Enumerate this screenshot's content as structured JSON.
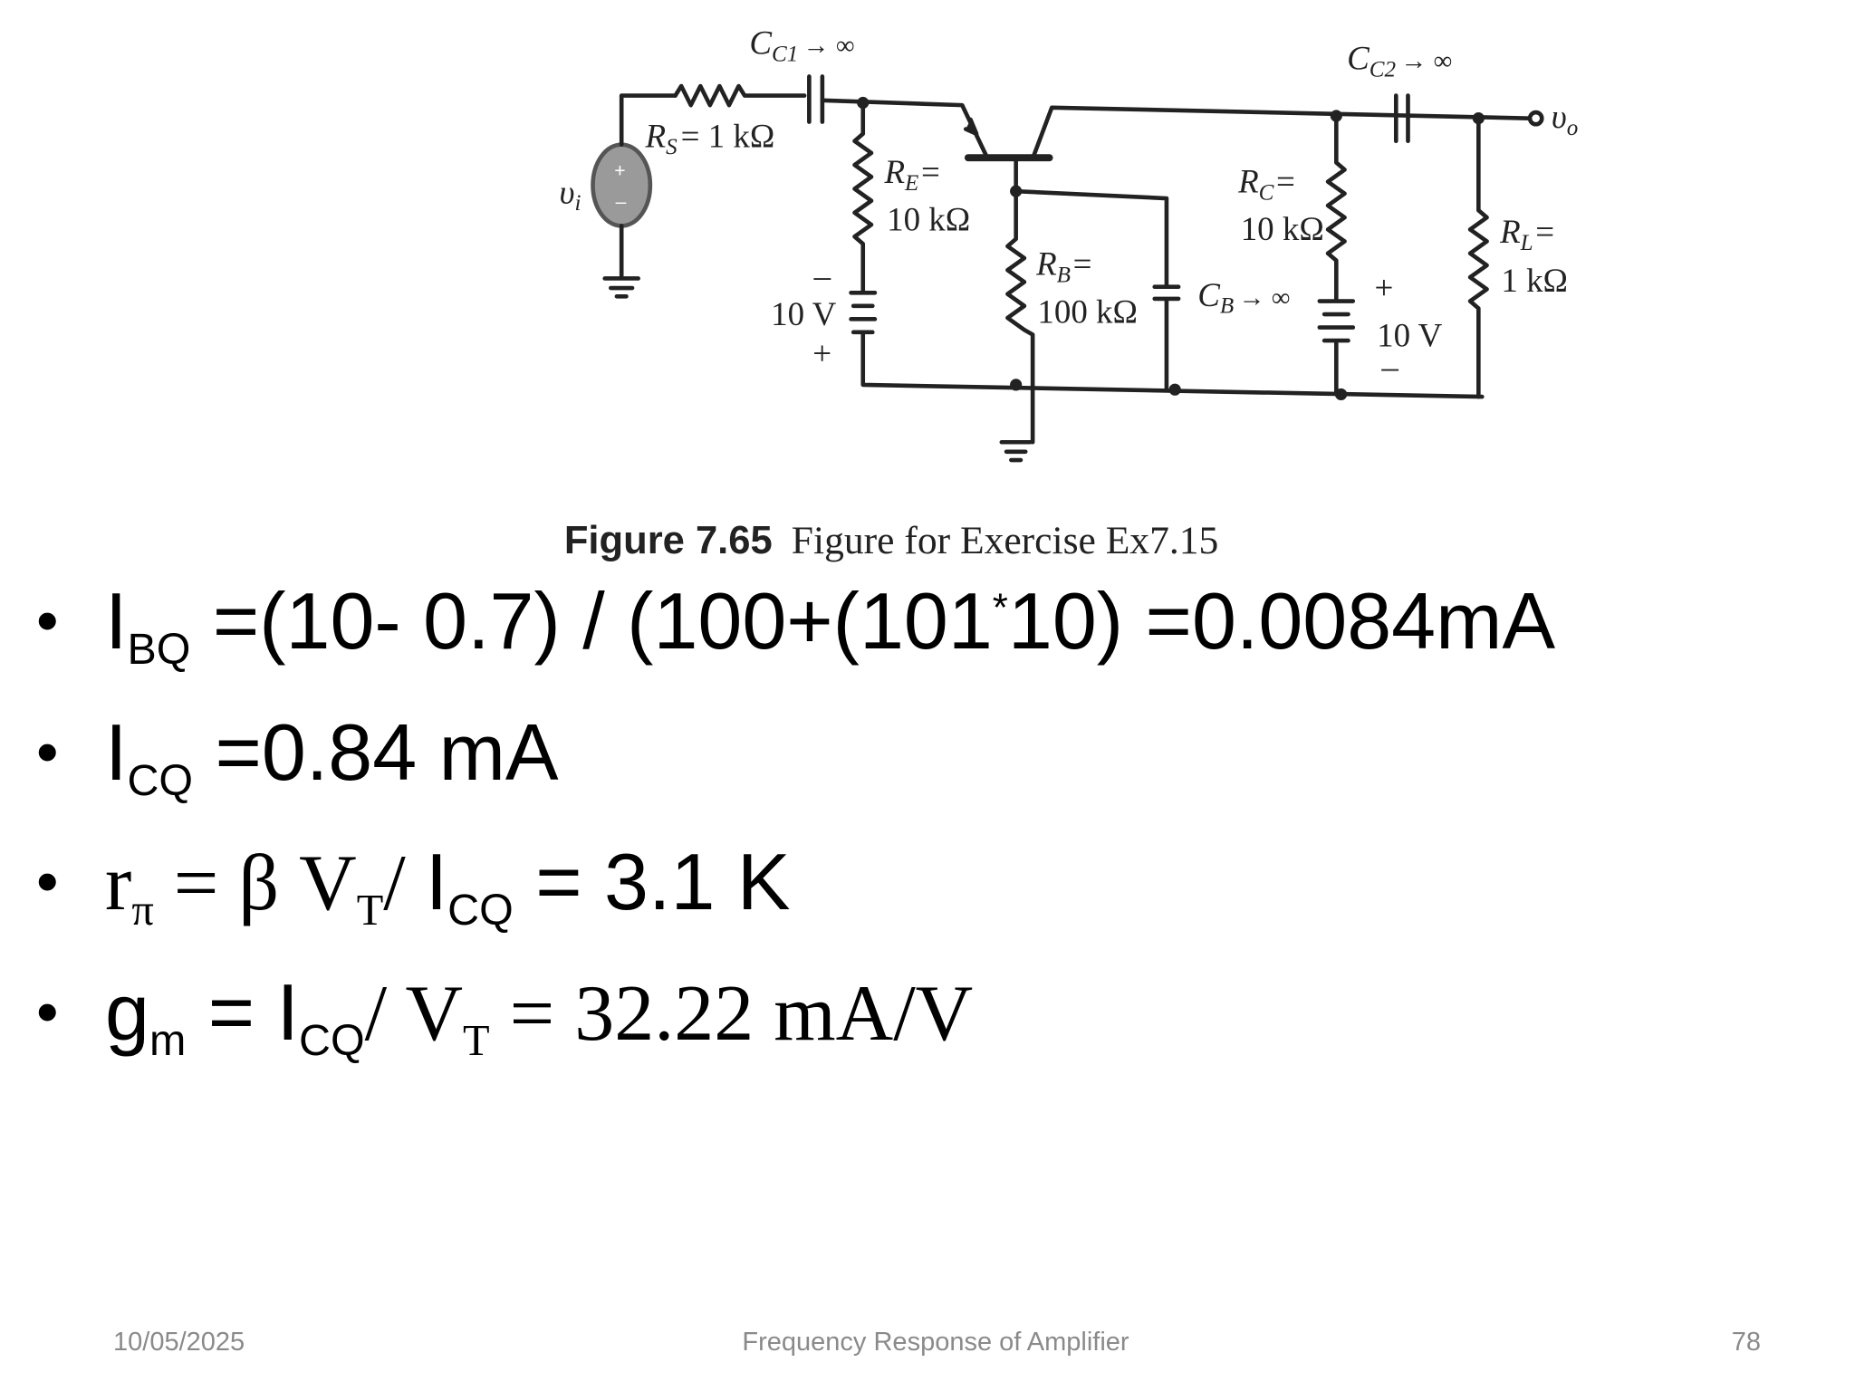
{
  "figure": {
    "caption_bold": "Figure 7.65",
    "caption_text": "Figure for Exercise Ex7.15",
    "labels": {
      "cc1": {
        "main": "C",
        "sub": "C1",
        "rest": "→ ∞"
      },
      "cc2": {
        "main": "C",
        "sub": "C2",
        "rest": "→ ∞"
      },
      "rs": {
        "main": "R",
        "sub": "S",
        "rest": "= 1 kΩ"
      },
      "re": {
        "main": "R",
        "sub": "E",
        "rest": "=",
        "value": "10 kΩ"
      },
      "rb": {
        "main": "R",
        "sub": "B",
        "rest": "=",
        "value": "100 kΩ"
      },
      "rc": {
        "main": "R",
        "sub": "C",
        "rest": "=",
        "value": "10 kΩ"
      },
      "rl": {
        "main": "R",
        "sub": "L",
        "rest": "=",
        "value": "1 kΩ"
      },
      "cb": {
        "main": "C",
        "sub": "B",
        "rest": "→ ∞"
      },
      "vi": {
        "main": "υ",
        "sub": "i"
      },
      "vo": {
        "main": "υ",
        "sub": "o"
      },
      "vee": {
        "value": "10 V",
        "top": "–",
        "bottom": "+"
      },
      "vcc": {
        "value": "10 V",
        "top": "+",
        "bottom": "–"
      }
    }
  },
  "bullets": [
    {
      "a": "I",
      "a_sub": "BQ",
      "b": " =(10- 0.7)  / (100+(101",
      "c": "*",
      "d": "10)  =0.0084mA"
    },
    {
      "a": "I",
      "a_sub": "CQ",
      "b": " =0.84 mA"
    },
    {
      "a": "r",
      "a_sub": "π",
      "b": " = β V",
      "b_sub": "T",
      "c": "/ ",
      "d": "I",
      "d_sub": "CQ",
      "e": "  = 3.1 K"
    },
    {
      "a": "g",
      "a_sub": "m",
      "b": " = I",
      "b_sub": "CQ",
      "c": "/ V",
      "c_sub": "T",
      "d": " =  32.22 mA/V"
    }
  ],
  "footer": {
    "date": "10/05/2025",
    "title": "Frequency Response of Amplifier",
    "page": "78"
  },
  "bullet_char": "•"
}
